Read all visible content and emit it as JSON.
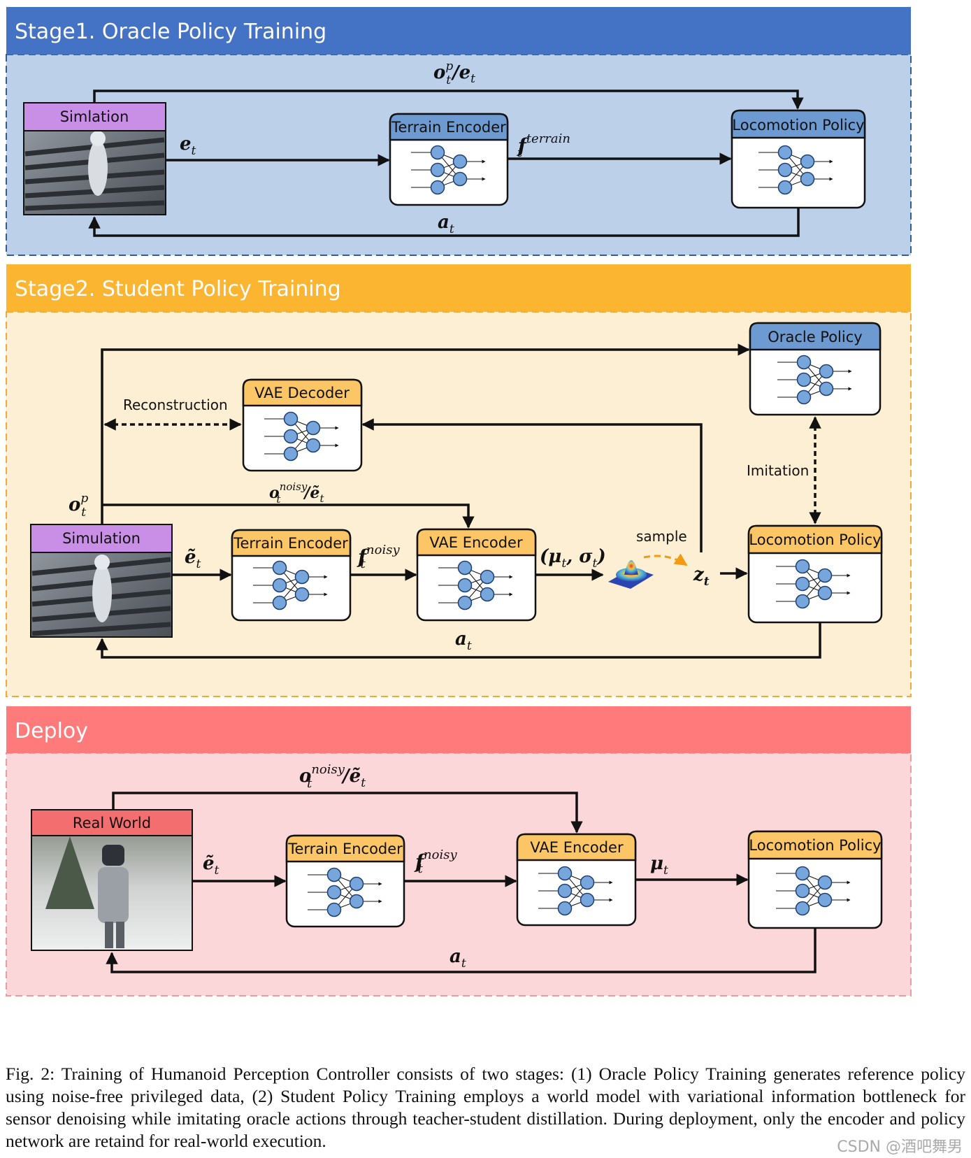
{
  "stages": {
    "stage1": {
      "title": "Stage1. Oracle Policy Training",
      "colors": {
        "header": "#4472C4",
        "panel": "#BCD0EA",
        "border": "#2E5D9A"
      },
      "sim_label": "Simlation",
      "encoder_label": "Terrain Encoder",
      "policy_label": "Locomotion Policy",
      "edge_top": {
        "main": "o",
        "sup": "p",
        "sub": "t",
        "tail": "/e",
        "tail_sub": "t"
      },
      "edge_e": {
        "main": "e",
        "sub": "t"
      },
      "edge_f": {
        "main": "f",
        "sup": "terrain",
        "sub": "t"
      },
      "edge_a": {
        "main": "a",
        "sub": "t"
      }
    },
    "stage2": {
      "title": "Stage2. Student Policy Training",
      "colors": {
        "header": "#FBB530",
        "panel": "#FDEFD3",
        "border": "#F2A83A"
      },
      "sim_label": "Simulation",
      "decoder_label": "VAE Decoder",
      "encoder_label": "Terrain Encoder",
      "vae_encoder_label": "VAE Encoder",
      "oracle_label": "Oracle Policy",
      "policy_label": "Locomotion Policy",
      "reconstruction": "Reconstruction",
      "imitation": "Imitation",
      "sample": "sample",
      "edge_o": {
        "main": "o",
        "sup": "p",
        "sub": "t"
      },
      "edge_noisy": {
        "main": "o",
        "sup": "noisy",
        "sub": "t",
        "tail": "/ẽ",
        "tail_sub": "t"
      },
      "edge_e": {
        "main": "ẽ",
        "sub": "t"
      },
      "edge_f": {
        "main": "f",
        "sup": "noisy",
        "sub": "t"
      },
      "edge_mu": "(μ",
      "edge_mu_sub": "t",
      "edge_sigma": ", σ",
      "edge_sigma_sub": "t",
      "edge_close": ")",
      "edge_z": {
        "main": "z",
        "sub": "t"
      },
      "edge_a": {
        "main": "a",
        "sub": "t"
      }
    },
    "deploy": {
      "title": "Deploy",
      "colors": {
        "header": "#FF7B7B",
        "panel": "#FCD7D9",
        "border": "#F29A9A"
      },
      "real_label": "Real World",
      "encoder_label": "Terrain Encoder",
      "vae_encoder_label": "VAE Encoder",
      "policy_label": "Locomotion Policy",
      "edge_noisy": {
        "main": "o",
        "sup": "noisy",
        "sub": "t",
        "tail": "/ẽ",
        "tail_sub": "t"
      },
      "edge_e": {
        "main": "ẽ",
        "sub": "t"
      },
      "edge_f": {
        "main": "f",
        "sup": "noisy",
        "sub": "t"
      },
      "edge_mu": {
        "main": "μ",
        "sub": "t"
      },
      "edge_a": {
        "main": "a",
        "sub": "t"
      }
    }
  },
  "box_colors": {
    "blue_header": "#6E9AD2",
    "orange_header": "#FCC566",
    "purple_header": "#C98EE6",
    "red_header": "#F36F6F",
    "node": "#76A6DB"
  },
  "caption": "Fig. 2: Training of Humanoid Perception Controller consists of two stages: (1) Oracle Policy Training generates reference policy using noise-free privileged data, (2) Student Policy Training employs a world model with variational information bottleneck for sensor denoising while imitating oracle actions through teacher-student distillation. During deployment, only the encoder and policy network are retaind for real-world execution.",
  "watermark": "CSDN @酒吧舞男"
}
